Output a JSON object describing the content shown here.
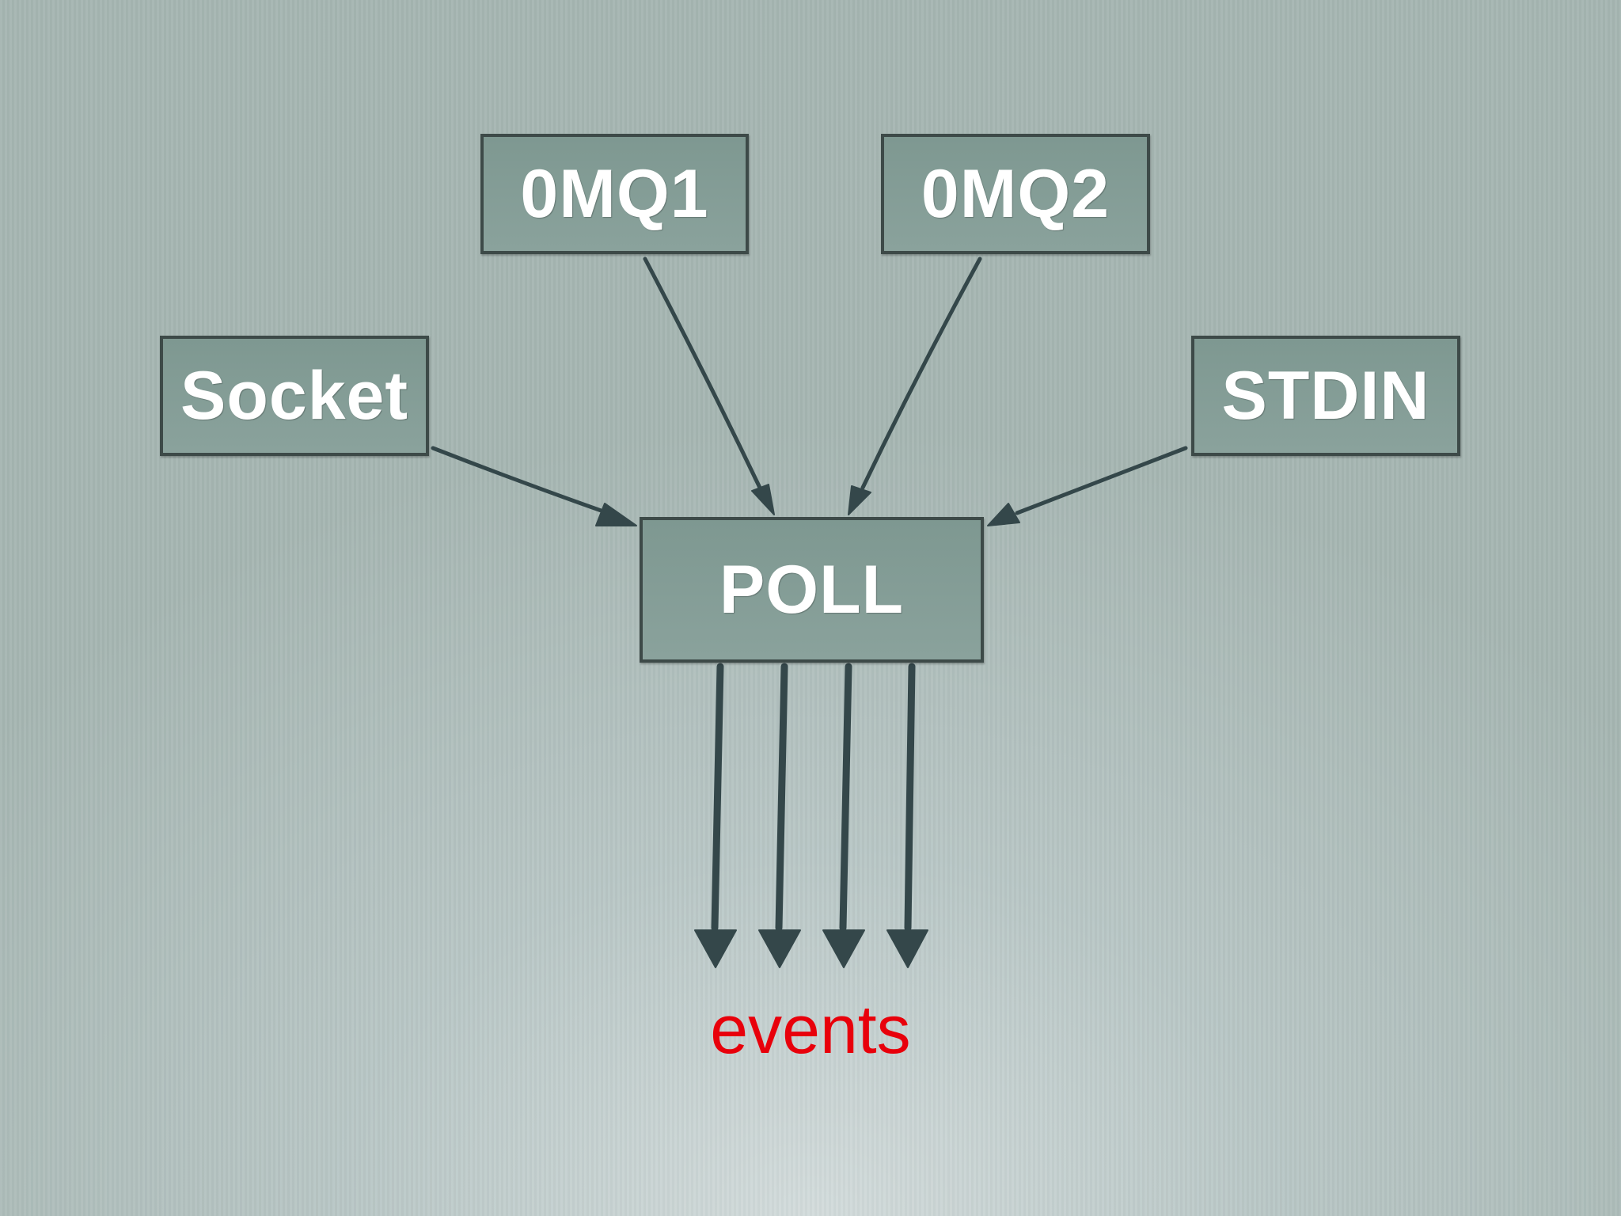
{
  "diagram": {
    "nodes": {
      "zmq1": "0MQ1",
      "zmq2": "0MQ2",
      "socket": "Socket",
      "stdin": "STDIN",
      "poll": "POLL"
    },
    "output_label": "events",
    "colors": {
      "node_fill": "#839d97",
      "node_border": "#3d4a48",
      "arrow": "#34474a",
      "output_label": "#e8000b",
      "text": "#ffffff"
    }
  }
}
